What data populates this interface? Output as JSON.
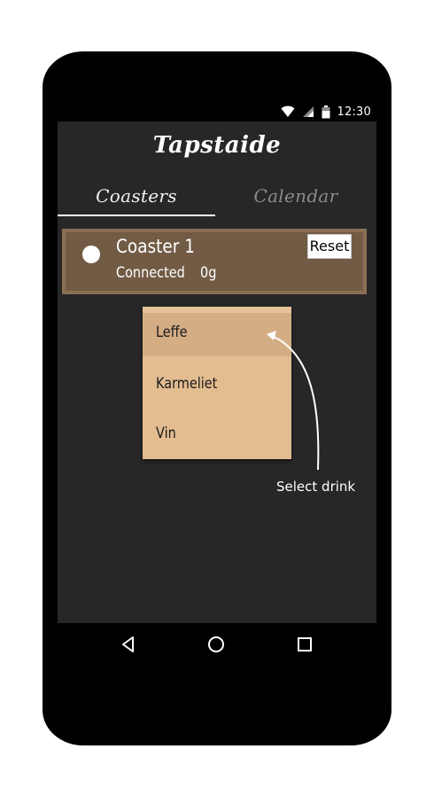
{
  "status_bar": {
    "time": "12:30",
    "icons": [
      "wifi-icon",
      "signal-icon",
      "battery-icon"
    ]
  },
  "app": {
    "title": "Tapstaide"
  },
  "tabs": [
    {
      "label": "Coasters",
      "active": true
    },
    {
      "label": "Calendar",
      "active": false
    }
  ],
  "coaster_card": {
    "name": "Coaster 1",
    "status": "Connected",
    "weight": "0g",
    "reset_label": "Reset"
  },
  "drink_menu": {
    "items": [
      {
        "label": "Leffe",
        "selected": true
      },
      {
        "label": "Karmeliet",
        "selected": false
      },
      {
        "label": "Vin",
        "selected": false
      }
    ]
  },
  "annotation": {
    "text": "Select drink"
  },
  "nav_bar": {
    "buttons": [
      "back-icon",
      "home-icon",
      "recents-icon"
    ]
  },
  "colors": {
    "screen_bg": "#272727",
    "card_bg": "#7a6148",
    "card_border": "#8b6f52",
    "menu_bg": "#e3bc90",
    "menu_selected_bg": "#d4ad84"
  }
}
